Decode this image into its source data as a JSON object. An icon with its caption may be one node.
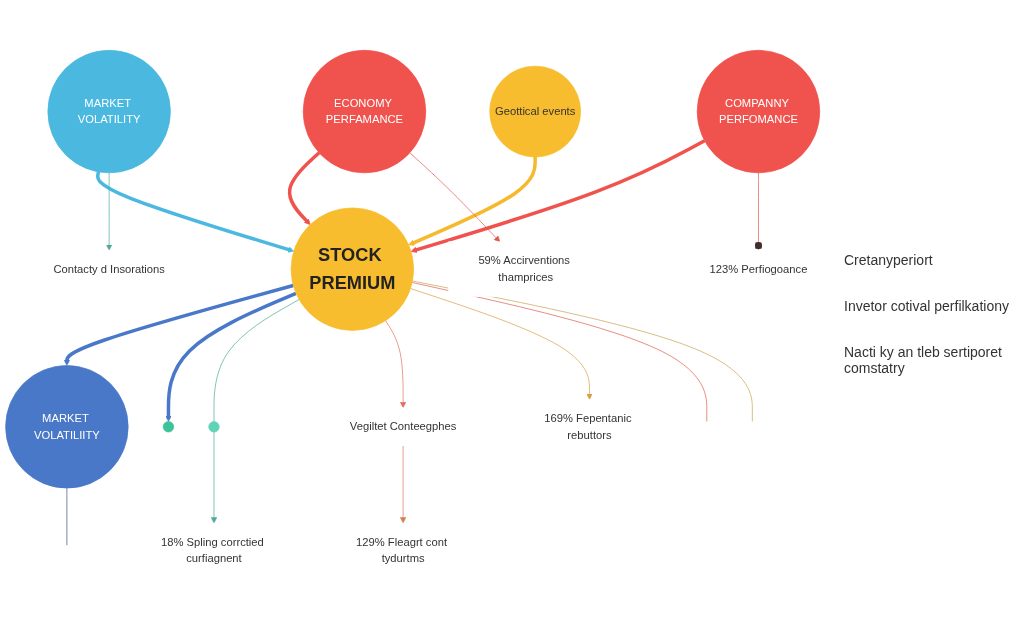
{
  "diagram": {
    "nodes": [
      {
        "text": [
          "STOCK PREMIUM"
        ]
      },
      {
        "text": [
          "MARKET VOLATILIITY"
        ]
      },
      {
        "text": [
          "MARKET VOLATILITY"
        ]
      },
      {
        "text": [
          "ECONOMY PERFAMANCE"
        ]
      },
      {
        "text": [
          "COMPANNY PERFOMANCE"
        ]
      },
      {
        "text": [],
        "shape": "circle"
      },
      {
        "text": [
          "Geottical events"
        ]
      },
      {
        "text": [],
        "shape": "circle"
      },
      {
        "text": [
          "129% Fleagrt cont tydurtms"
        ]
      },
      {
        "text": [
          "Vegiltet Conteegphes"
        ]
      },
      {
        "text": [
          "169% Fepentanic rebuttors"
        ]
      },
      {
        "text": [
          "59% Accirventions thamprices"
        ]
      },
      {
        "text": [
          "Contacty d Insorations"
        ]
      },
      {
        "text": [
          "18% Spling corrctied curfiagnent"
        ]
      },
      {
        "text": [
          "123% Perfiogoance"
        ]
      }
    ],
    "edges": [
      {
        "from": 0,
        "to": 1,
        "arrow": "to",
        "style": "thick",
        "color": "#4a78c8"
      },
      {
        "from": 2,
        "to": 0,
        "arrow": "to",
        "style": "thick",
        "color": "#4bb8e0"
      },
      {
        "from": 3,
        "to": 0,
        "arrow": "to",
        "style": "thick",
        "color": "#f0524d"
      },
      {
        "from": 4,
        "to": 0,
        "arrow": "to",
        "style": "thick",
        "color": "#f0524d"
      },
      {
        "from": 6,
        "to": 0,
        "arrow": "to",
        "style": "thick",
        "color": "#f6b92e"
      },
      {
        "from": 0,
        "to": 5,
        "arrow": "to",
        "style": "thick",
        "color": "#4a78c8"
      },
      {
        "from": 0,
        "to": 7,
        "arrow": "none",
        "color": "#4fa89a"
      },
      {
        "from": 0,
        "to": 9,
        "arrow": "to",
        "color": "#e07060"
      },
      {
        "from": 9,
        "to": 8,
        "arrow": "to",
        "color": "#d08050"
      },
      {
        "from": 0,
        "to": 10,
        "arrow": "to",
        "color": "#d9a040"
      },
      {
        "from": 3,
        "to": 11,
        "arrow": "to",
        "color": "#e05a4d"
      },
      {
        "from": 2,
        "to": 12,
        "arrow": "to",
        "color": "#4fa89a"
      },
      {
        "from": 7,
        "to": 13,
        "arrow": "to",
        "color": "#4fa89a"
      },
      {
        "from": 4,
        "to": 14,
        "arrow": "other",
        "color": "#e05a4d"
      },
      {
        "from": 1,
        "to": null,
        "arrow": "none",
        "color": "#2f4f8f"
      },
      {
        "from": 0,
        "to": null,
        "arrow": "none",
        "color": "#e05a4d"
      },
      {
        "from": 0,
        "to": null,
        "arrow": "none",
        "color": "#c9a050"
      }
    ],
    "labels": [
      "Cretanyperiort",
      "Invetor cotival perfilkationy",
      "Nacti ky an tleb sertiporet comstatry"
    ]
  }
}
